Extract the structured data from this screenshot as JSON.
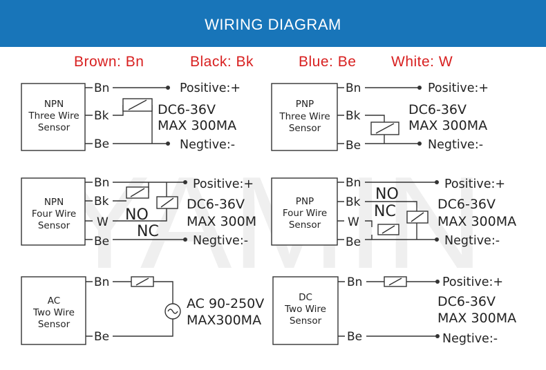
{
  "header": {
    "title": "WIRING DIAGRAM"
  },
  "watermark": {
    "text": "YAMIN"
  },
  "legend": [
    {
      "label": "Brown: Bn"
    },
    {
      "label": "Black: Bk"
    },
    {
      "label": "Blue: Be"
    },
    {
      "label": "White: W"
    }
  ],
  "colors": {
    "header_bg": "#1875b9",
    "legend_text": "#d82020",
    "line": "#333333"
  },
  "diagrams": {
    "npn3": {
      "sensor": [
        "NPN",
        "Three Wire",
        "Sensor"
      ],
      "terminals": [
        "Bn",
        "Bk",
        "Be"
      ],
      "positive": "Positive:+",
      "negative": "Negtive:-",
      "spec": [
        "DC6-36V",
        "MAX 300MA"
      ]
    },
    "pnp3": {
      "sensor": [
        "PNP",
        "Three Wire",
        "Sensor"
      ],
      "terminals": [
        "Bn",
        "Bk",
        "Be"
      ],
      "positive": "Positive:+",
      "negative": "Negtive:-",
      "spec": [
        "DC6-36V",
        "MAX 300MA"
      ]
    },
    "npn4": {
      "sensor": [
        "NPN",
        "Four Wire",
        "Sensor"
      ],
      "terminals": [
        "Bn",
        "Bk",
        "W",
        "Be"
      ],
      "positive": "Positive:+",
      "negative": "Negtive:-",
      "spec": [
        "DC6-36V",
        "MAX 300M"
      ],
      "no": "NO",
      "nc": "NC"
    },
    "pnp4": {
      "sensor": [
        "PNP",
        "Four Wire",
        "Sensor"
      ],
      "terminals": [
        "Bn",
        "Bk",
        "W",
        "Be"
      ],
      "positive": "Positive:+",
      "negative": "Negtive:-",
      "spec": [
        "DC6-36V",
        "MAX 300MA"
      ],
      "no": "NO",
      "nc": "NC"
    },
    "ac2": {
      "sensor": [
        "AC",
        "Two Wire",
        "Sensor"
      ],
      "terminals": [
        "Bn",
        "Be"
      ],
      "spec": [
        "AC 90-250V",
        "MAX300MA"
      ]
    },
    "dc2": {
      "sensor": [
        "DC",
        "Two Wire",
        "Sensor"
      ],
      "terminals": [
        "Bn",
        "Be"
      ],
      "positive": "Positive:+",
      "negative": "Negtive:-",
      "spec": [
        "DC6-36V",
        "MAX 300MA"
      ]
    }
  }
}
